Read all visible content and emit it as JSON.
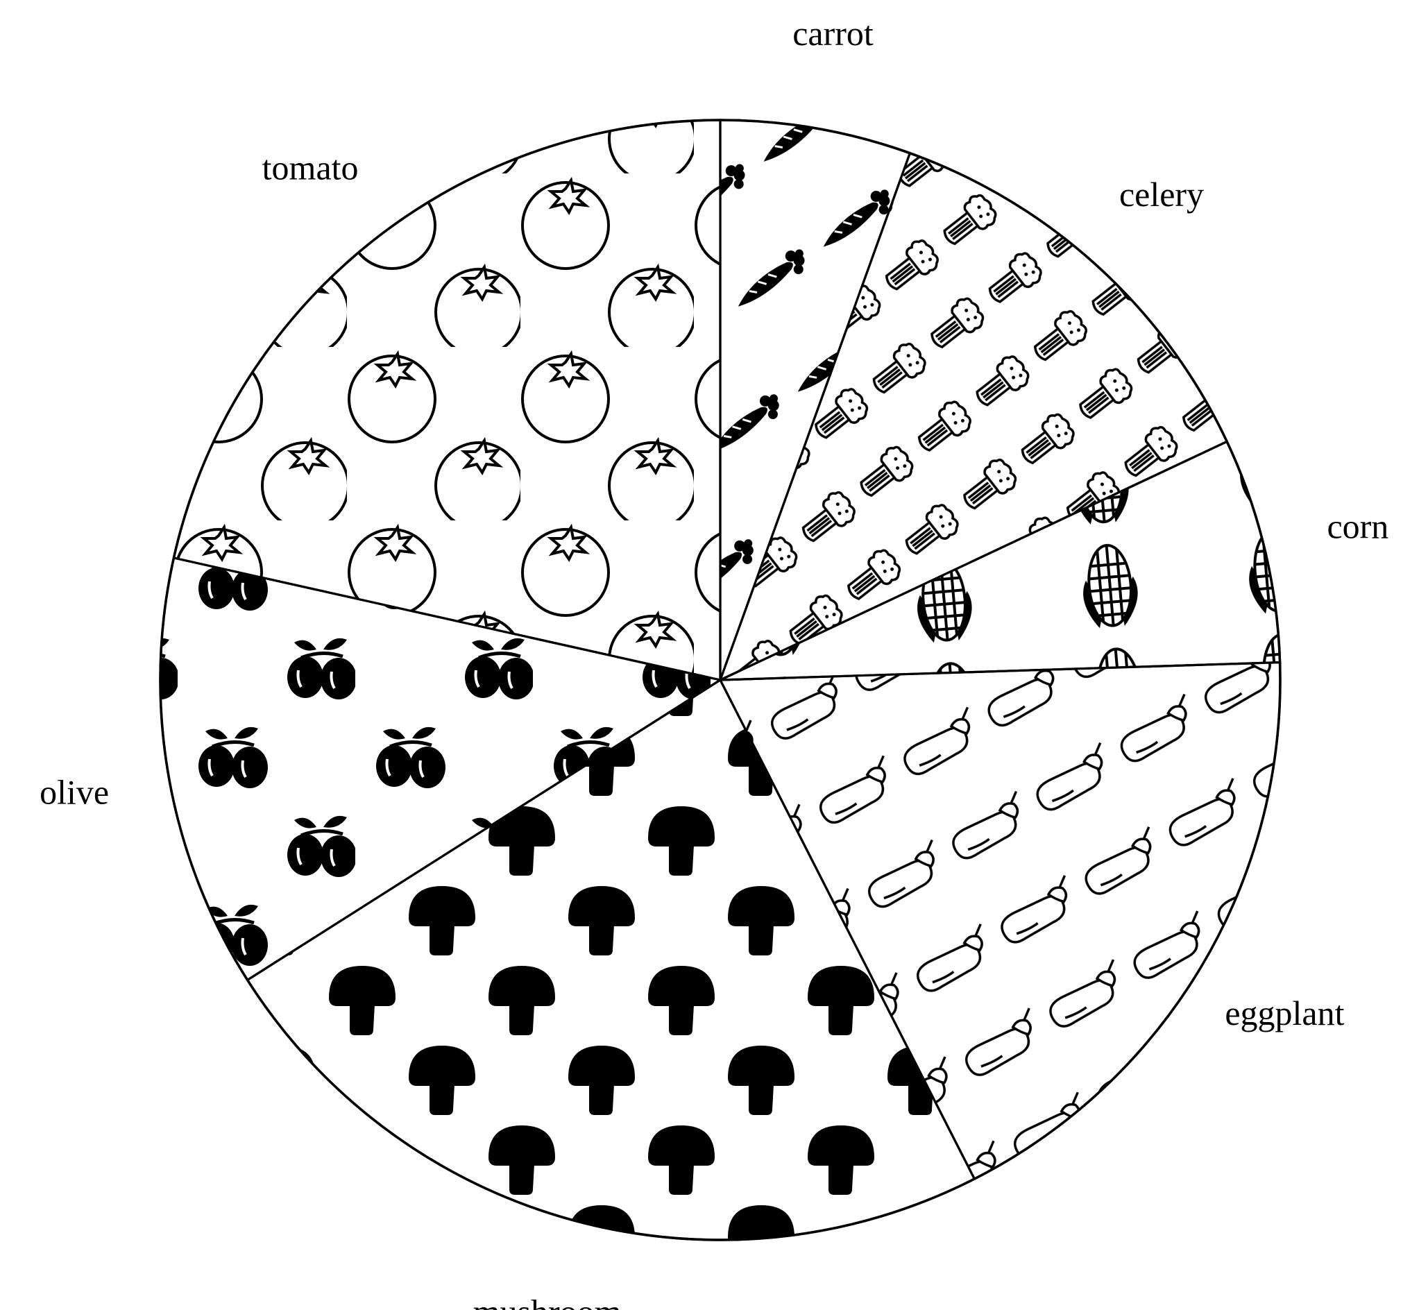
{
  "chart_data": {
    "type": "pie",
    "title": "",
    "legend": "none",
    "slices": [
      {
        "label": "carrot",
        "value": 5.5,
        "pattern": "carrot-pattern",
        "motif": "carrot-icon"
      },
      {
        "label": "celery",
        "value": 12.5,
        "pattern": "celery-pattern",
        "motif": "celery-icon"
      },
      {
        "label": "corn",
        "value": 6.5,
        "pattern": "corn-pattern",
        "motif": "corn-icon"
      },
      {
        "label": "eggplant",
        "value": 18.0,
        "pattern": "eggplant-pattern",
        "motif": "eggplant-icon"
      },
      {
        "label": "mushroom",
        "value": 23.5,
        "pattern": "mushroom-pattern",
        "motif": "mushroom-icon"
      },
      {
        "label": "olive",
        "value": 12.5,
        "pattern": "olive-pattern",
        "motif": "olive-icon"
      },
      {
        "label": "tomato",
        "value": 21.5,
        "pattern": "tomato-pattern",
        "motif": "tomato-icon"
      }
    ],
    "start": "top",
    "direction": "clockwise",
    "colors": {
      "ink": "#000000",
      "paper": "#ffffff"
    }
  }
}
